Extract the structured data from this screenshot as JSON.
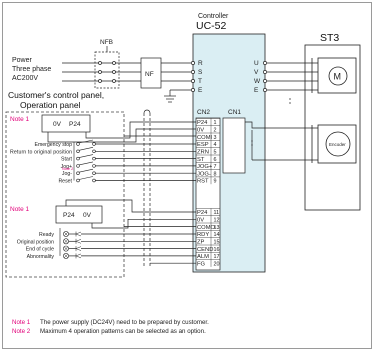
{
  "controller": {
    "header": "Controller",
    "name": "UC-52",
    "cn2": "CN2",
    "cn1": "CN1"
  },
  "st3": "ST3",
  "nfb": "NFB",
  "nf": "NF",
  "power": {
    "line1": "Power",
    "line2": "Three phase",
    "line3": "AC200V"
  },
  "power_terminals": [
    "R",
    "S",
    "T",
    "E"
  ],
  "motor_terminals": [
    "U",
    "V",
    "W",
    "E"
  ],
  "motor_symbol": "M",
  "encoder_label": "Encoder",
  "panel": {
    "title1": "Customer's control panel,",
    "title2": "Operation panel"
  },
  "note_tag": "Note 1",
  "supply_top": {
    "left": "0V",
    "right": "P24"
  },
  "supply_bottom": {
    "left": "P24",
    "right": "0V"
  },
  "inputs": [
    {
      "label": "Emergency stop",
      "terminal": "ESP",
      "pin": "4"
    },
    {
      "label": "Return to original position",
      "terminal": "ZRN",
      "pin": "5"
    },
    {
      "label": "Start",
      "terminal": "ST",
      "pin": "6"
    },
    {
      "label": "Jog+",
      "terminal": "JOG+",
      "pin": "7"
    },
    {
      "label": "Jog-",
      "terminal": "JOG-",
      "pin": "8"
    },
    {
      "label": "Reset",
      "terminal": "RST",
      "pin": "9"
    }
  ],
  "jog_note": "Note 2",
  "top_supply_pins": [
    {
      "terminal": "P24",
      "pin": "1"
    },
    {
      "terminal": "0V",
      "pin": "2"
    },
    {
      "terminal": "COMI",
      "pin": "3"
    }
  ],
  "bottom_supply_pins": [
    {
      "terminal": "P24",
      "pin": "11"
    },
    {
      "terminal": "0V",
      "pin": "12"
    },
    {
      "terminal": "COMO",
      "pin": "13"
    }
  ],
  "outputs": [
    {
      "label": "Ready",
      "terminal": "RDY",
      "pin": "14"
    },
    {
      "label": "Original position",
      "terminal": "ZP",
      "pin": "15"
    },
    {
      "label": "End of cycle",
      "terminal": "CEND",
      "pin": "16"
    },
    {
      "label": "Abnormality",
      "terminal": "ALM",
      "pin": "17"
    }
  ],
  "fg": {
    "terminal": "FG",
    "pin": "20"
  },
  "notes": [
    {
      "tag": "Note 1",
      "text": "The power supply (DC24V) need to be prepared by customer."
    },
    {
      "tag": "Note 2",
      "text": "Maximum 4 operation patterns can be selected as an option."
    }
  ],
  "colors": {
    "controller_fill": "#daeef3",
    "note_tag": "#e2007a",
    "line": "#222222",
    "border": "#9a9a9a"
  }
}
